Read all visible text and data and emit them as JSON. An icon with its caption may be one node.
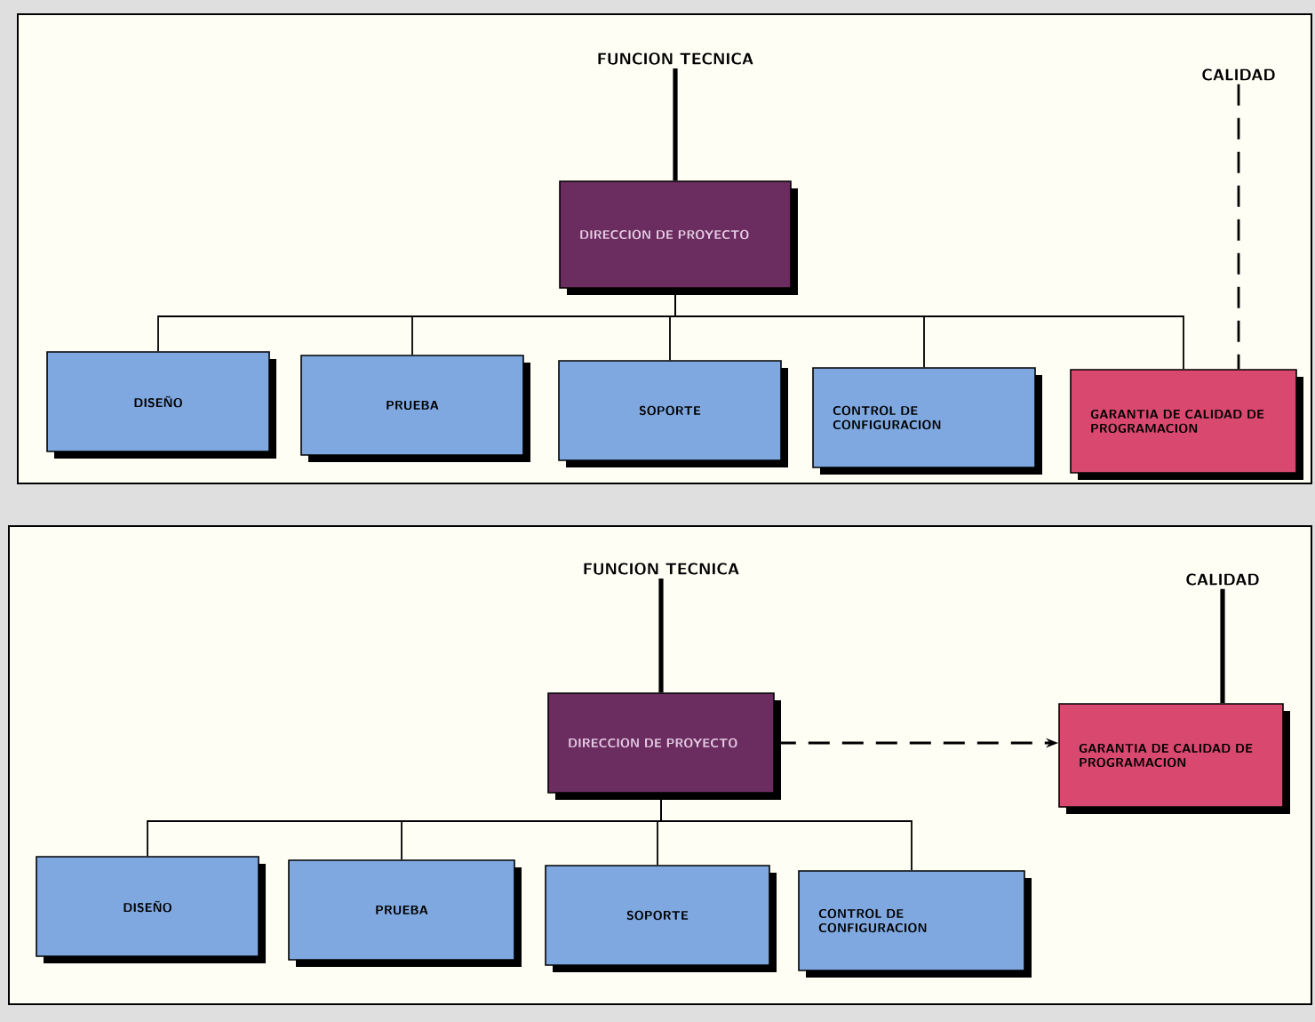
{
  "diagram": {
    "nodes": [
      {
        "text": [
          "FUNCION TECNICA"
        ]
      },
      {
        "text": [
          "CALIDAD"
        ]
      },
      {
        "text": [
          "DIRECCION DE PROYECTO"
        ]
      },
      {
        "text": [
          "DISEÑO"
        ]
      },
      {
        "text": [
          "PRUEBA"
        ]
      },
      {
        "text": [
          "SOPORTE"
        ]
      },
      {
        "text": [
          "CONTROL DE CONFIGURACION"
        ]
      },
      {
        "text": [
          "GARANTIA DE CALIDAD DE PROGRAMACION"
        ]
      },
      {
        "text": [
          "FUNCION TECNICA"
        ]
      },
      {
        "text": [
          "CALIDAD"
        ]
      },
      {
        "text": [
          "DIRECCION DE PROYECTO"
        ]
      },
      {
        "text": [
          "GARANTIA DE CALIDAD DE PROGRAMACION"
        ]
      },
      {
        "text": [
          "DISEÑO"
        ]
      },
      {
        "text": [
          "PRUEBA"
        ]
      },
      {
        "text": [
          "SOPORTE"
        ]
      },
      {
        "text": [
          "CONTROL DE CONFIGURACION"
        ]
      }
    ],
    "edges": [
      {
        "from": 0,
        "to": 2,
        "arrow": "none",
        "style": "thick"
      },
      {
        "from": 1,
        "to": 7,
        "arrow": "none",
        "style": "dashed"
      },
      {
        "from": 2,
        "to": 3,
        "arrow": "none"
      },
      {
        "from": 2,
        "to": 4,
        "arrow": "none"
      },
      {
        "from": 2,
        "to": 5,
        "arrow": "none"
      },
      {
        "from": 2,
        "to": 6,
        "arrow": "none"
      },
      {
        "from": 2,
        "to": 7,
        "arrow": "none"
      },
      {
        "from": 8,
        "to": 10,
        "arrow": "none",
        "style": "thick"
      },
      {
        "from": 9,
        "to": 11,
        "arrow": "none",
        "style": "thick"
      },
      {
        "from": 10,
        "to": 11,
        "arrow": "to",
        "style": "dashed"
      },
      {
        "from": 10,
        "to": 12,
        "arrow": "none"
      },
      {
        "from": 10,
        "to": 13,
        "arrow": "none"
      },
      {
        "from": 10,
        "to": 14,
        "arrow": "none"
      },
      {
        "from": 10,
        "to": 15,
        "arrow": "none"
      }
    ]
  }
}
